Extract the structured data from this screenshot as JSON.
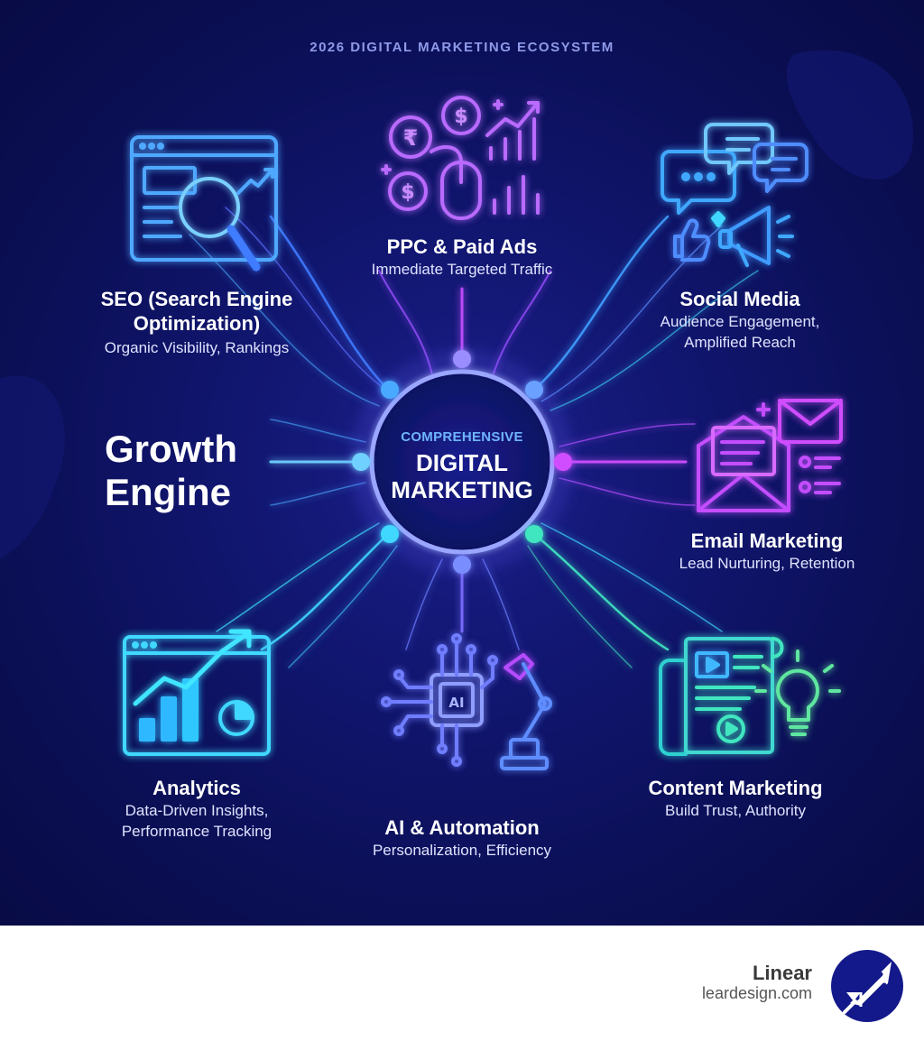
{
  "header": {
    "title": "2026 DIGITAL MARKETING ECOSYSTEM"
  },
  "hub": {
    "line1": "COMPREHENSIVE",
    "line2": "DIGITAL",
    "line3": "MARKETING"
  },
  "growth": {
    "line1": "Growth",
    "line2": "Engine"
  },
  "nodes": [
    {
      "id": "ppc",
      "title": "PPC & Paid Ads",
      "subtitle": "Immediate Targeted Traffic",
      "icon": "coins-mouse-chart-icon"
    },
    {
      "id": "seo",
      "title1": "SEO (Search Engine",
      "title2": "Optimization)",
      "subtitle": "Organic Visibility, Rankings",
      "icon": "browser-magnifier-icon"
    },
    {
      "id": "social",
      "title": "Social Media",
      "subtitle1": "Audience Engagement,",
      "subtitle2": "Amplified Reach",
      "icon": "chat-megaphone-icon"
    },
    {
      "id": "email",
      "title": "Email Marketing",
      "subtitle": "Lead Nurturing, Retention",
      "icon": "envelope-icon"
    },
    {
      "id": "content",
      "title": "Content Marketing",
      "subtitle": "Build Trust, Authority",
      "icon": "document-lightbulb-icon"
    },
    {
      "id": "ai",
      "title": "AI & Automation",
      "subtitle": "Personalization, Efficiency",
      "icon": "ai-chip-robot-arm-icon"
    },
    {
      "id": "analytics",
      "title": "Analytics",
      "subtitle1": "Data-Driven Insights,",
      "subtitle2": "Performance Tracking",
      "icon": "dashboard-chart-icon"
    }
  ],
  "icon_labels": {
    "ai_chip": "AI"
  },
  "brand": {
    "name": "Linear",
    "url": "leardesign.com",
    "icon": "rocket-logo-icon"
  },
  "colors": {
    "background": "#0b0f55",
    "hub_ring": "#8fa0ff",
    "magenta": "#c34dff",
    "cyan": "#3fd8ff",
    "teal": "#3fe6c0",
    "brand": "#13198a"
  }
}
